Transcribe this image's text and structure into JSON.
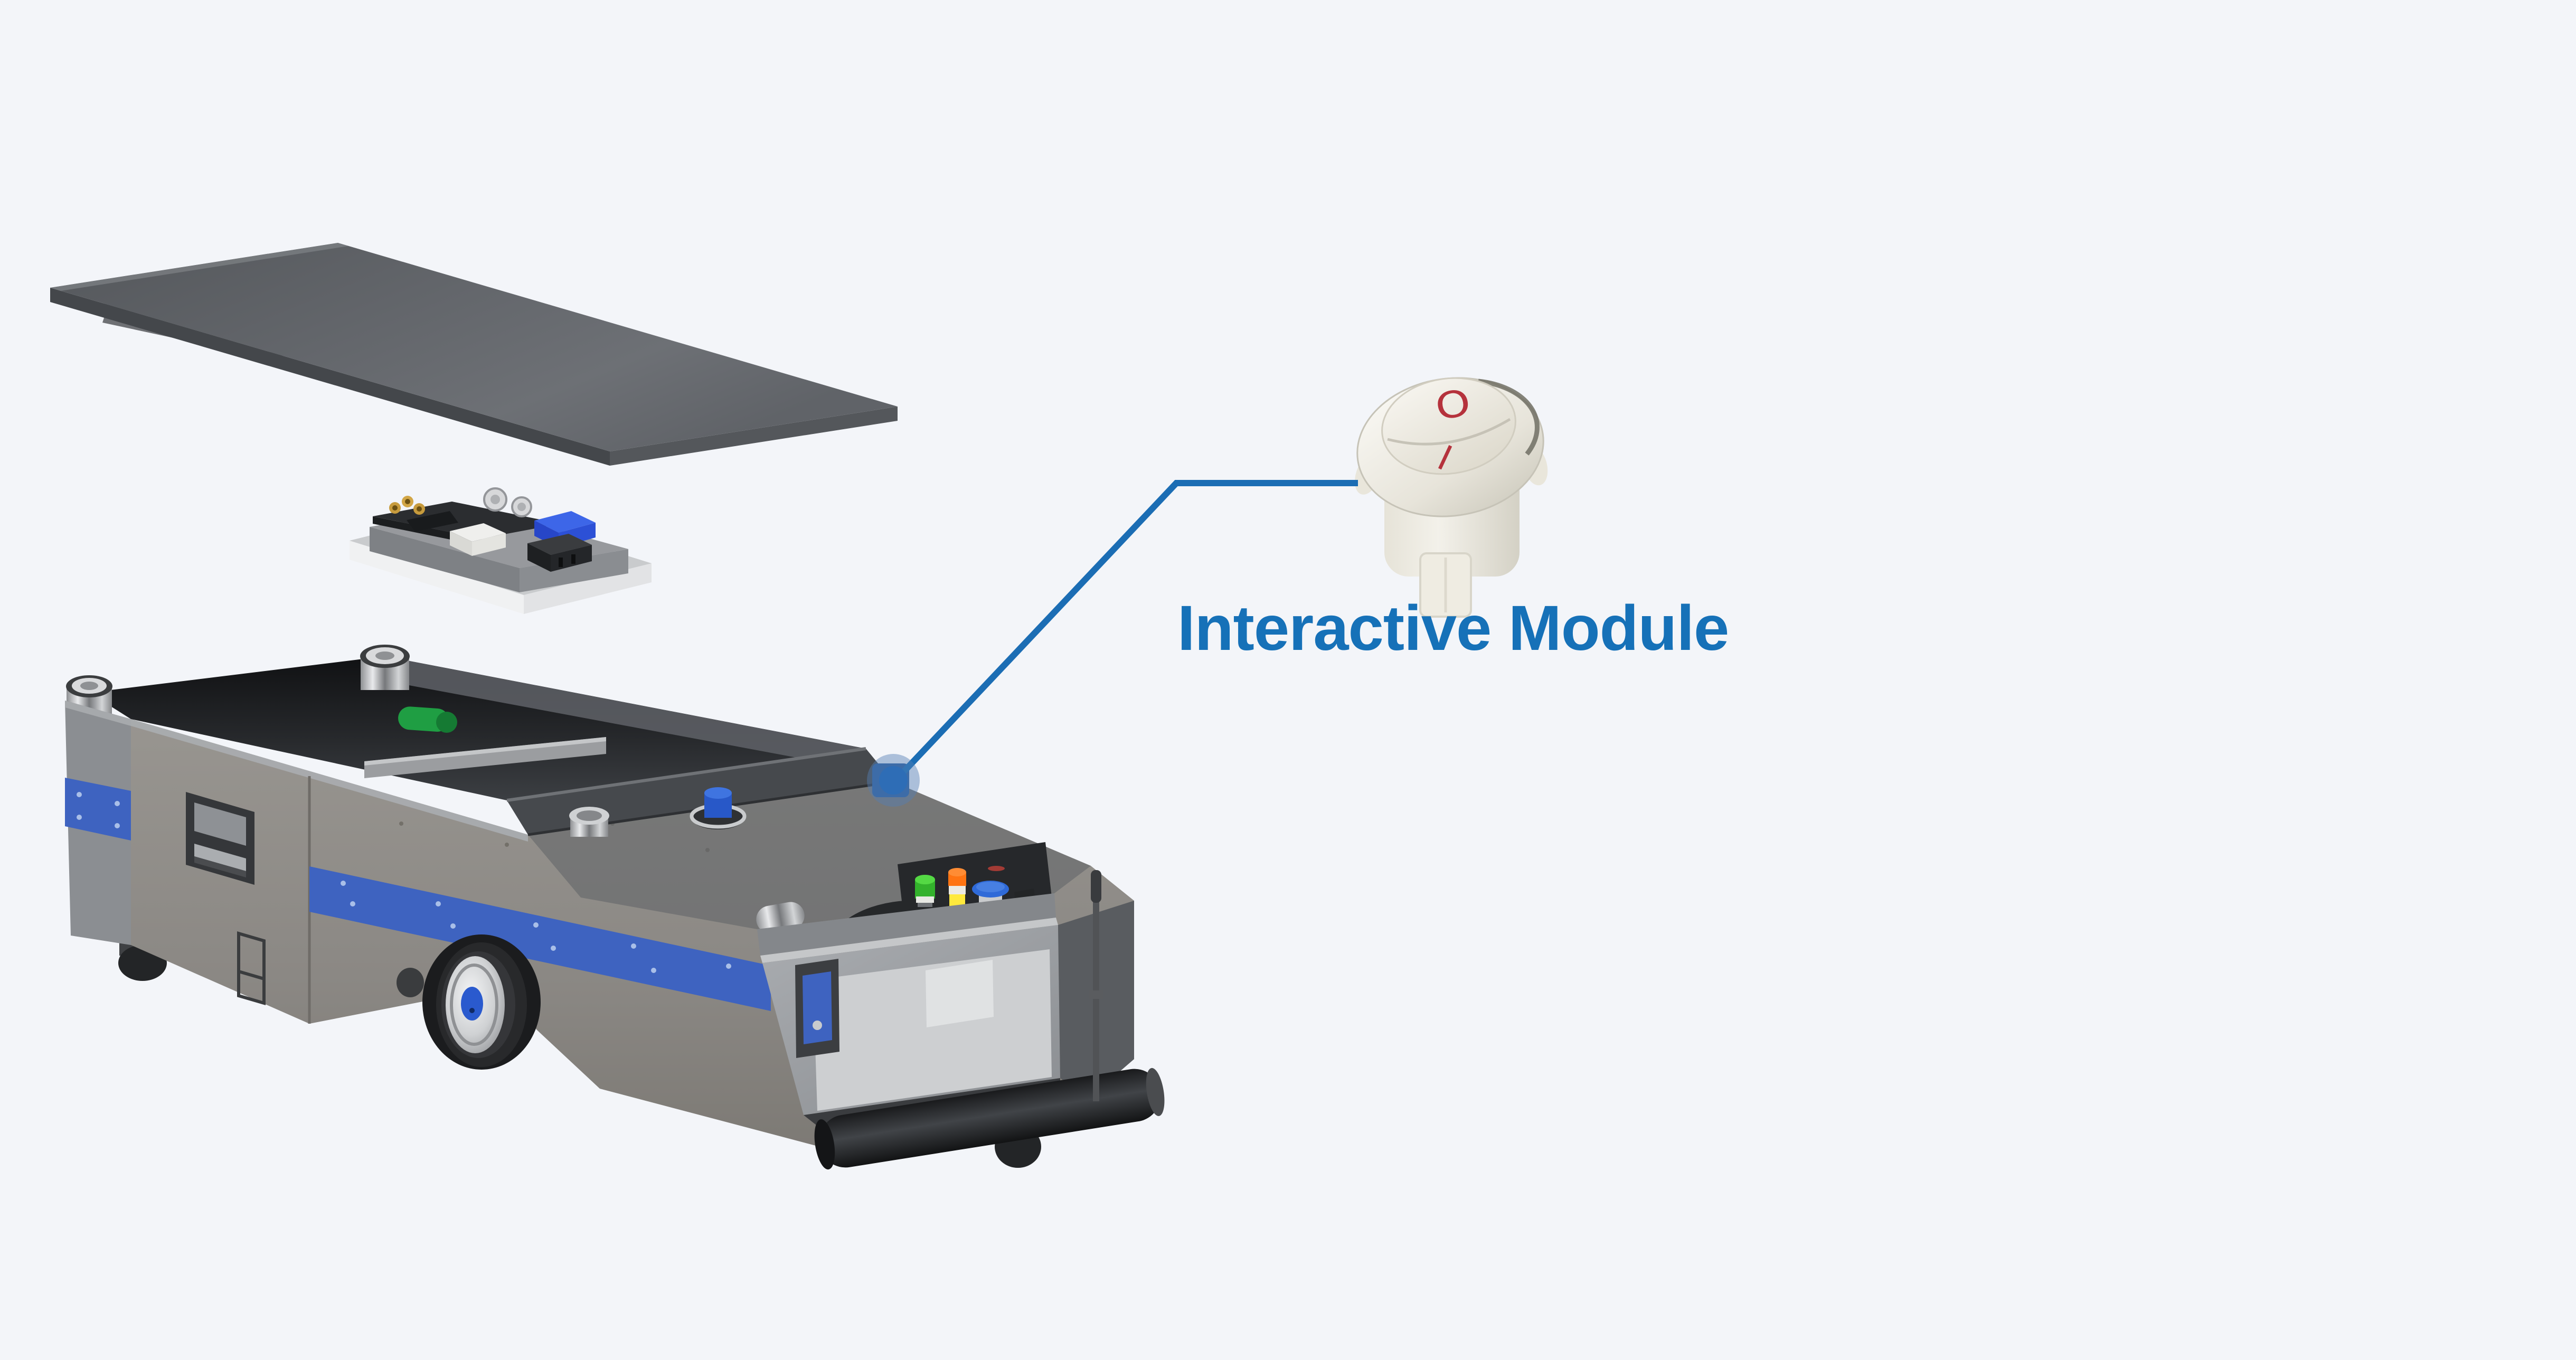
{
  "page": {
    "background_color": "#f3f5f9"
  },
  "callout": {
    "label": "Interactive Module",
    "hotspot": "module-location-dot"
  },
  "switch_markings": {
    "off": "O",
    "on": "I"
  },
  "colors": {
    "background": "#f3f5f9",
    "accent": "#1671b8",
    "line": "#1b6db4",
    "hotspot": "#2e6db6",
    "hotspot-ring": "rgba(84,126,180,0.45)",
    "stripe": "#3e63c0",
    "marking-red": "#b5323c",
    "body-gray": "#8e8b87"
  }
}
